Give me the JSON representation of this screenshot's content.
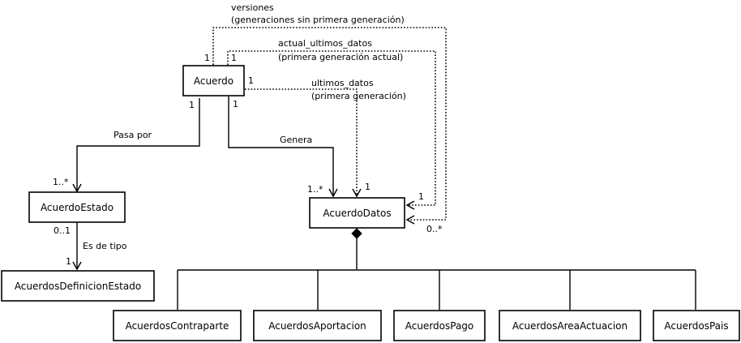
{
  "classes": {
    "acuerdo": "Acuerdo",
    "acuerdo_estado": "AcuerdoEstado",
    "acuerdos_definicion_estado": "AcuerdosDefinicionEstado",
    "acuerdo_datos": "AcuerdoDatos",
    "acuerdos_contraparte": "AcuerdosContraparte",
    "acuerdos_aportacion": "AcuerdosAportacion",
    "acuerdos_pago": "AcuerdosPago",
    "acuerdos_area_actuacion": "AcuerdosAreaActuacion",
    "acuerdos_pais": "AcuerdosPais"
  },
  "associations": {
    "versiones": {
      "name": "versiones",
      "note": "(generaciones sin primera generación)",
      "source_mult": "1",
      "target_mult": "0..*"
    },
    "actual_ultimos_datos": {
      "name": "actual_ultimos_datos",
      "note": "(primera generación actual)",
      "source_mult": "1",
      "target_mult": "1"
    },
    "ultimos_datos": {
      "name": "ultimos_datos",
      "note": "(primera generación)",
      "source_mult": "1",
      "target_mult": "1"
    },
    "genera": {
      "name": "Genera",
      "source_mult": "1",
      "target_mult": "1..*"
    },
    "pasa_por": {
      "name": "Pasa por",
      "source_mult": "1",
      "target_mult": "1..*"
    },
    "es_de_tipo": {
      "name": "Es de tipo",
      "source_mult": "0..1",
      "target_mult": "1"
    }
  }
}
